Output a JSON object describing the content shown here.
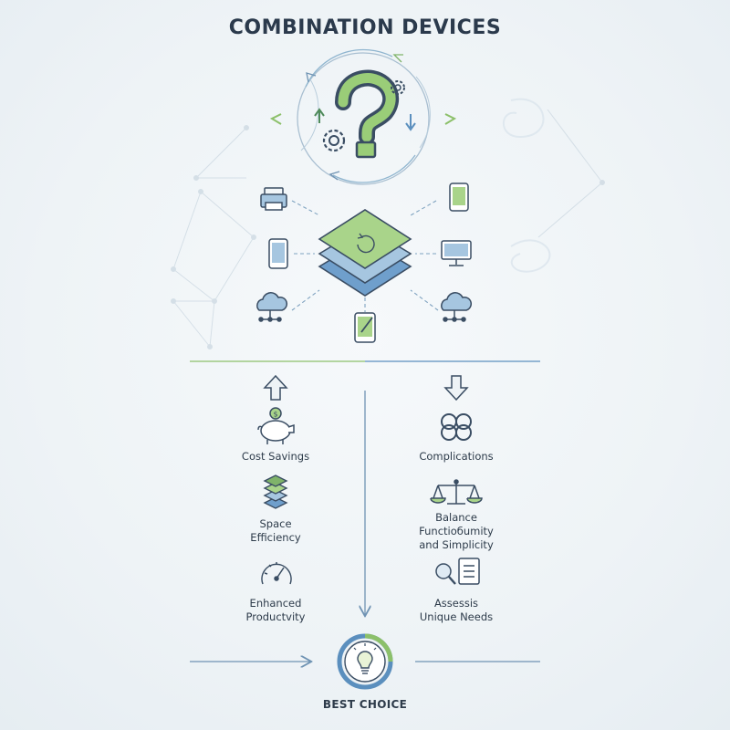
{
  "title": "COMBINATION DEVICES",
  "benefits": [
    {
      "label": "Cost Savings",
      "icon": "piggy-bank-icon"
    },
    {
      "label": "Space\nEfficiency",
      "icon": "stacked-layers-icon"
    },
    {
      "label": "Enhanced\nProductvity",
      "icon": "gauge-icon"
    }
  ],
  "challenges": [
    {
      "label": "Complications",
      "icon": "tangled-knot-icon"
    },
    {
      "label": "Balance\nFunctioбumity\nand Simplicity",
      "icon": "balance-scale-icon"
    },
    {
      "label": "Assessis\nUnique Needs",
      "icon": "magnifier-checklist-icon"
    }
  ],
  "result": {
    "label": "BEST CHOICE",
    "icon": "lightbulb-icon"
  },
  "colors": {
    "green": "#8cc06a",
    "blue": "#5b8fbe",
    "navy": "#3a4d63",
    "line": "#9fb7cb"
  }
}
